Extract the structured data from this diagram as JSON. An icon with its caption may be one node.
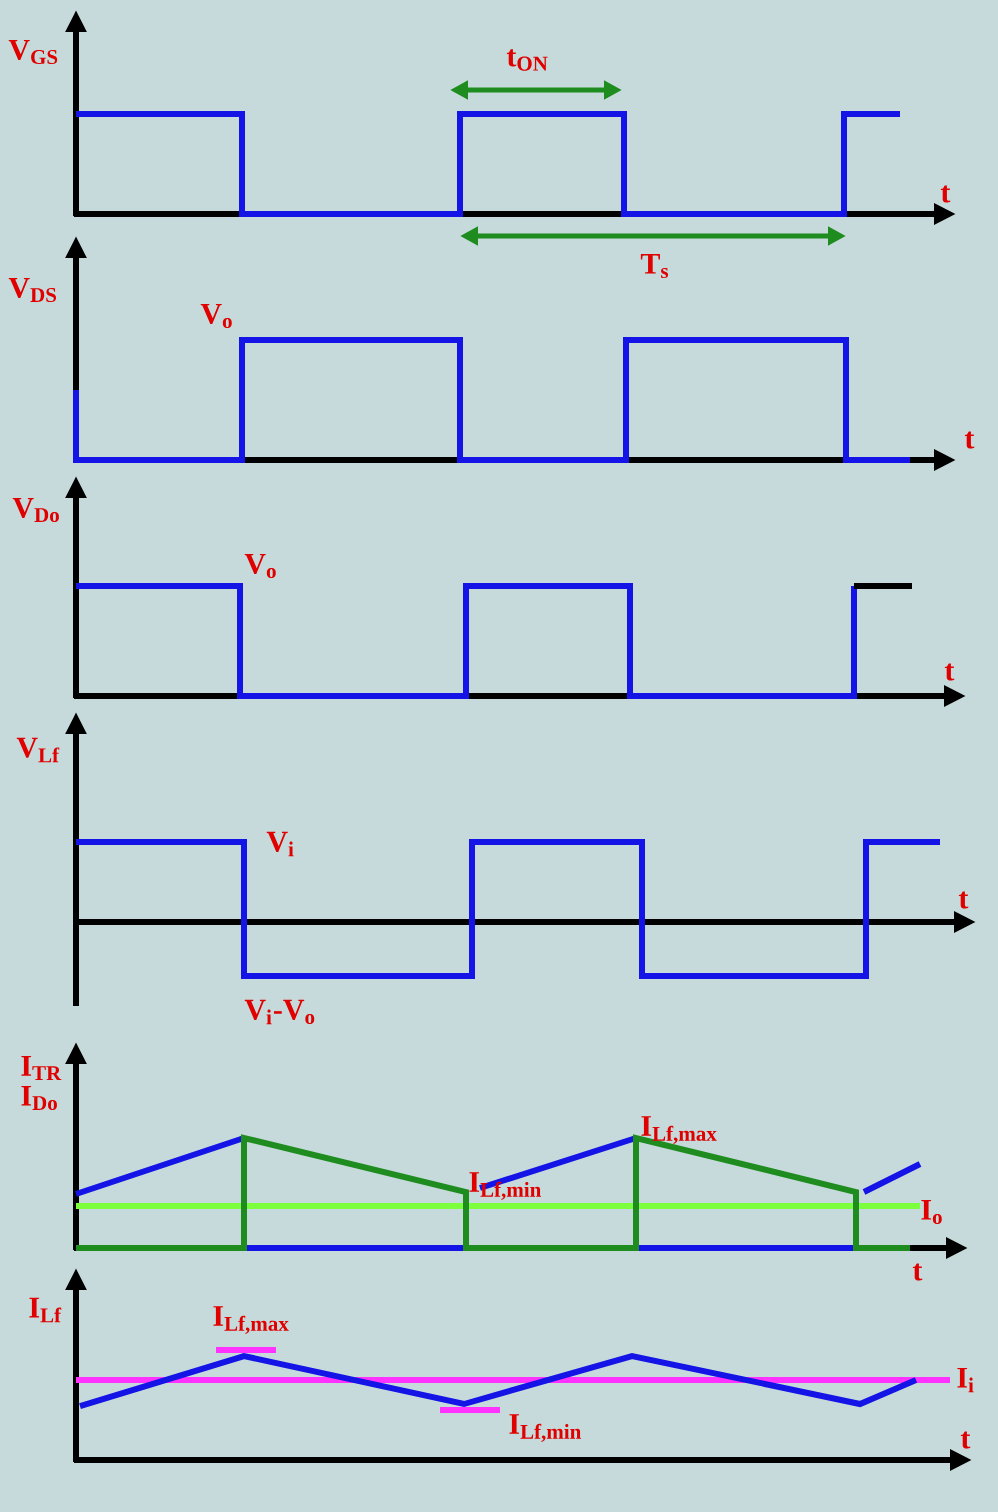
{
  "diagram": {
    "labels": [
      "V$_{GS}$",
      "t$_{ON}$",
      "t",
      "T$_{s}$",
      "V$_{DS}$",
      "V$_{o}$",
      "t",
      "V$_{Do}$",
      "V$_{o}$",
      "t",
      "V$_{Lf}$",
      "V$_{i}$",
      "t",
      "V$_{i}$-V$_{o}$",
      "I$_{TR}$",
      "I$_{Do}$",
      "I$_{Lf,max}$",
      "I$_{Lf,min}$",
      "I$_{o}$",
      "t",
      "I$_{Lf}$",
      "I$_{Lf,max}$",
      "I$_{i}$",
      "I$_{Lf,min}$",
      "t"
    ]
  }
}
